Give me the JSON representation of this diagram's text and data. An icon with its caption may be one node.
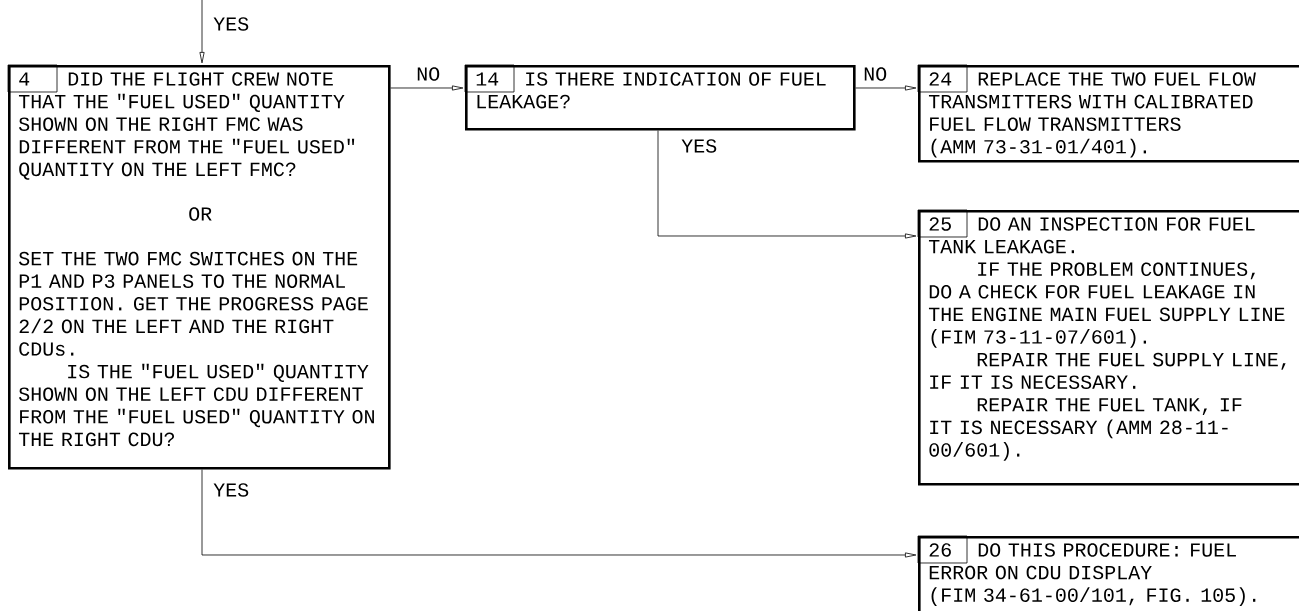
{
  "diagram": {
    "nodes": [
      {
        "text": [
          "4",
          "DID THE FLIGHT CREW NOTE THAT THE \"FUEL USED\" QUANTITY SHOWN ON THE RIGHT FMC WAS DIFFERENT FROM THE \"FUEL USED\" QUANTITY ON THE LEFT FMC?",
          "OR",
          "SET THE TWO FMC SWITCHES ON THE P1 AND P3 PANELS TO THE NORMAL POSITION. GET THE PROGRESS PAGE 2/2 ON THE LEFT AND THE RIGHT CDUs.",
          "IS THE \"FUEL USED\" QUANTITY SHOWN ON THE LEFT CDU DIFFERENT FROM THE \"FUEL USED\" QUANTITY ON THE RIGHT CDU?"
        ]
      },
      {
        "text": [
          "14",
          "IS THERE INDICATION OF FUEL LEAKAGE?"
        ]
      },
      {
        "text": [
          "24",
          "REPLACE THE TWO FUEL FLOW TRANSMITTERS WITH CALIBRATED FUEL FLOW TRANSMITTERS",
          "(AMM 73-31-01/401)."
        ]
      },
      {
        "text": [
          "25",
          "DO AN INSPECTION FOR FUEL TANK LEAKAGE.",
          "IF THE PROBLEM CONTINUES, DO A CHECK FOR FUEL LEAKAGE IN THE ENGINE MAIN FUEL SUPPLY LINE (FIM 73-11-07/601).",
          "REPAIR THE FUEL SUPPLY LINE, IF IT IS NECESSARY.",
          "REPAIR THE FUEL TANK, IF IT IS NECESSARY (AMM 28-11-00/601)."
        ]
      },
      {
        "text": [
          "26",
          "DO THIS PROCEDURE: FUEL ERROR ON CDU DISPLAY",
          "(FIM 34-61-00/101, FIG. 105)."
        ]
      }
    ],
    "edges": [
      {
        "from": null,
        "to": 0,
        "arrow": "to",
        "label": "YES"
      },
      {
        "from": 0,
        "to": 1,
        "arrow": "to",
        "label": "NO"
      },
      {
        "from": 1,
        "to": 2,
        "arrow": "to",
        "label": "NO"
      },
      {
        "from": 1,
        "to": 3,
        "arrow": "to",
        "label": "YES"
      },
      {
        "from": 0,
        "to": 4,
        "arrow": "to",
        "label": "YES"
      }
    ]
  }
}
